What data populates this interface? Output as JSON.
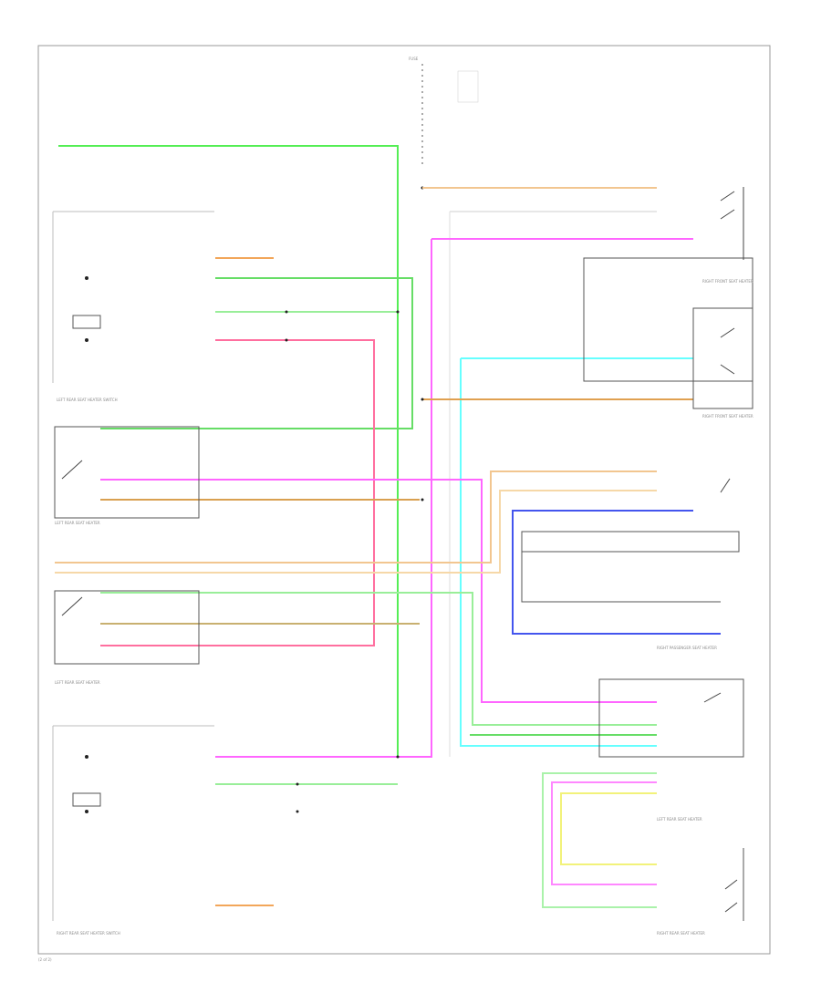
{
  "diagram": {
    "fuse_label": "FUSE",
    "components": {
      "left_rear_seat_heater_switch": "LEFT REAR SEAT HEATER SWITCH",
      "left_rear_seat_heater_1": "LEFT REAR SEAT HEATER",
      "left_rear_seat_heater_2": "LEFT REAR SEAT HEATER",
      "right_rear_seat_heater_switch": "RIGHT REAR SEAT HEATER SWITCH",
      "right_front_seat_heater_1": "RIGHT FRONT SEAT HEATER",
      "right_front_seat_heater_2": "RIGHT FRONT SEAT HEATER",
      "right_passenger_seat_heater": "RIGHT PASSENGER SEAT HEATER",
      "left_rear_seat_heater_bottom": "LEFT REAR SEAT HEATER",
      "right_rear_seat_heater_bottom": "RIGHT REAR SEAT HEATER"
    },
    "figure_id": "(2 of 2)"
  }
}
